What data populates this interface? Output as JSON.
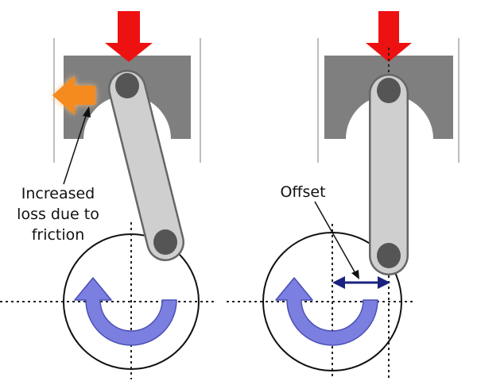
{
  "labels": {
    "friction_line1": "Increased",
    "friction_line2": "loss due to",
    "friction_line3": "friction",
    "offset": "Offset"
  },
  "colors": {
    "force_arrow": "#ee1111",
    "side_force_arrow": "#f58a1f",
    "side_force_glow": "#ffc27a",
    "piston": "#7f7f7f",
    "cylinder_wall": "#bdbdbd",
    "rod_fill": "#cfcfcf",
    "rod_edge": "#666666",
    "pin": "#555555",
    "rotation_arrow": "#7b7fe0",
    "rotation_arrow_edge": "#4a4fb5",
    "offset_arrow": "#1a237e",
    "guide_lines": "#222222"
  },
  "icons": [
    "force-arrow-icon",
    "side-force-arrow-icon",
    "rotation-arrow-icon",
    "offset-dimension-arrow-icon"
  ]
}
